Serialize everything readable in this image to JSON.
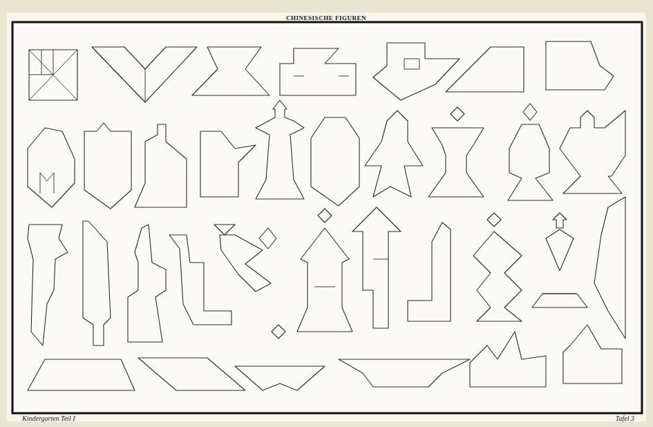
{
  "diagram": {
    "title": "CHINESISCHE FIGUREN",
    "labels": [
      "Kindergarten Teil I",
      "Tafel 3"
    ]
  }
}
